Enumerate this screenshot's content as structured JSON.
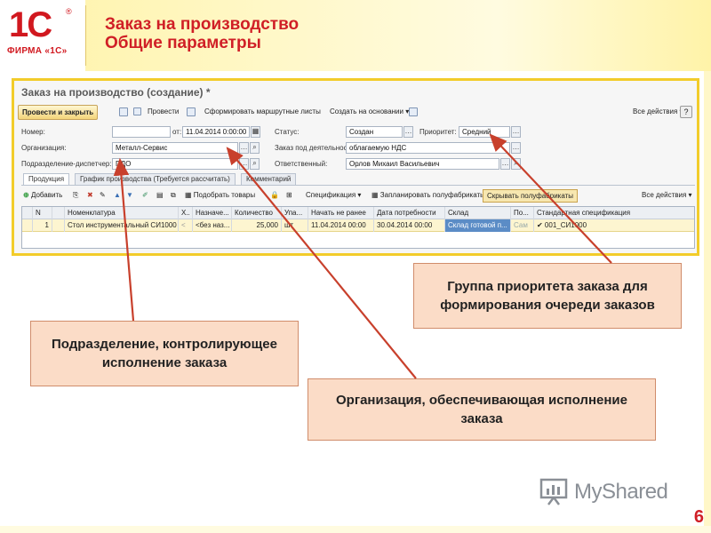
{
  "slide": {
    "logo_main": "1С",
    "logo_reg": "®",
    "logo_sub": "ФИРМА «1С»",
    "title_line1": "Заказ на производство",
    "title_line2": "Общие параметры",
    "slide_number": "6",
    "watermark": "MyShared"
  },
  "form": {
    "title": "Заказ на производство (создание) *",
    "toolbar": {
      "post_and_close": "Провести и закрыть",
      "post": "Провести",
      "routing": "Сформировать маршрутные листы",
      "create_based": "Создать на основании ▾",
      "all_actions": "Все действия ▾",
      "help": "?"
    },
    "fields": {
      "number_label": "Номер:",
      "number_value": "",
      "from_label": "от:",
      "from_value": "11.04.2014  0:00:00",
      "status_label": "Статус:",
      "status_value": "Создан",
      "priority_label": "Приоритет:",
      "priority_value": "Средний",
      "org_label": "Организация:",
      "org_value": "Металл-Сервис",
      "order_activity_label": "Заказ под деятельность:",
      "order_activity_value": "облагаемую НДС",
      "dept_label": "Подразделение-диспетчер:",
      "dept_value": "ПДО",
      "responsible_label": "Ответственный:",
      "responsible_value": "Орлов Михаил Васильевич"
    },
    "tabs": [
      "Продукция",
      "График производства (Требуется рассчитать)",
      "Комментарий"
    ],
    "grid_toolbar": {
      "add": "Добавить",
      "pick_goods": "Подобрать товары",
      "specification": "Спецификация ▾",
      "plan_semis": "Запланировать полуфабрикаты",
      "hide_semis": "Скрывать полуфабрикаты",
      "all_actions": "Все действия ▾"
    },
    "grid": {
      "columns": [
        "N",
        "Номенклатура",
        "Х..",
        "Назначе...",
        "Количество",
        "Упа...",
        "Начать не ранее",
        "Дата потребности",
        "Склад",
        "По...",
        "Стандартная спецификация"
      ],
      "rows": [
        [
          "1",
          "Стол инструментальный СИ1000",
          "<",
          "<без наз...",
          "25,000",
          "шт",
          "11.04.2014 00:00",
          "30.04.2014 00:00",
          "Склад готовой п...",
          "Сам",
          "✔ 001_СИ1000"
        ]
      ]
    }
  },
  "callouts": {
    "priority": "Группа приоритета заказа для формирования очереди заказов",
    "department": "Подразделение, контролирующее исполнение заказа",
    "organization": "Организация, обеспечивающая исполнение заказа"
  },
  "colors": {
    "brand_red": "#d01f26",
    "frame_yellow": "#f2cc2a",
    "callout_fill": "#fbdcc7",
    "arrow": "#c8402c"
  }
}
